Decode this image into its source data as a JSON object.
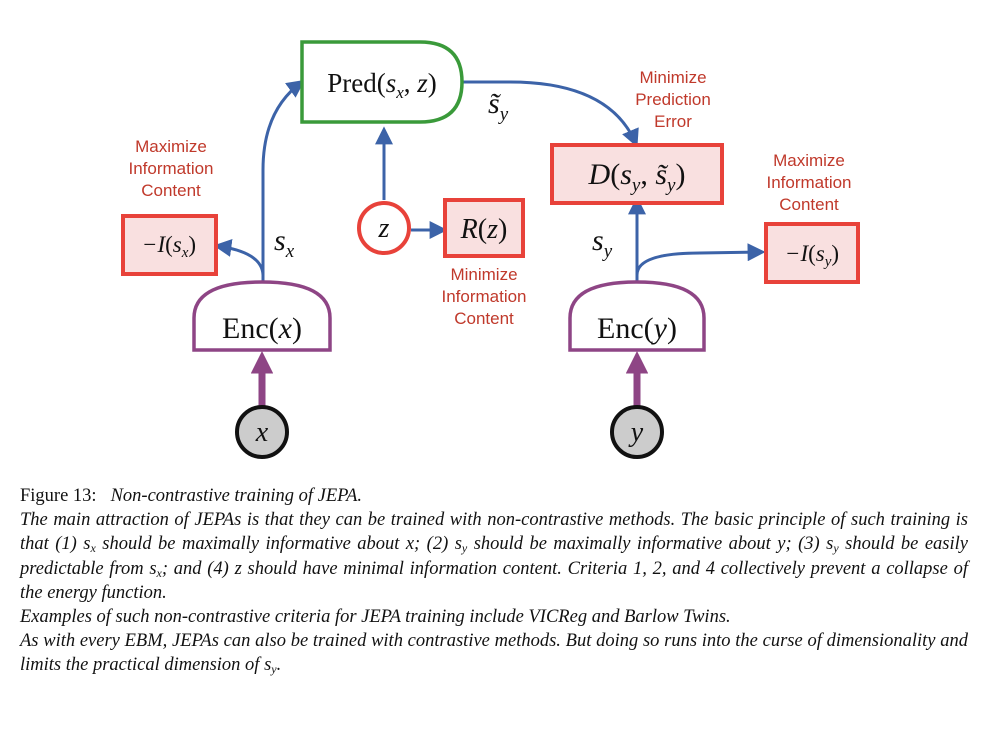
{
  "diagram": {
    "nodes": {
      "pred": {
        "func": "Pred",
        "args": [
          "s",
          "x",
          "z"
        ]
      },
      "enc_x": {
        "func": "Enc",
        "arg": "x"
      },
      "enc_y": {
        "func": "Enc",
        "arg": "y"
      },
      "input_x": "x",
      "input_y": "y",
      "latent_z": "z",
      "reg_z": {
        "func": "R",
        "arg": "z"
      },
      "dist": {
        "func": "D",
        "args": [
          "s",
          "y",
          "s̃",
          "y"
        ]
      },
      "info_x": {
        "prefix": "−I",
        "var": "s",
        "sub": "x"
      },
      "info_y": {
        "prefix": "−I",
        "var": "s",
        "sub": "y"
      }
    },
    "edge_labels": {
      "sx": {
        "var": "s",
        "sub": "x"
      },
      "sy": {
        "var": "s",
        "sub": "y"
      },
      "sy_tilde": {
        "var": "s̃",
        "sub": "y"
      }
    },
    "annotations": {
      "max_info_x": [
        "Maximize",
        "Information",
        "Content"
      ],
      "min_info_z": [
        "Minimize",
        "Information",
        "Content"
      ],
      "min_pred_err": [
        "Minimize",
        "Prediction",
        "Error"
      ],
      "max_info_y": [
        "Maximize",
        "Information",
        "Content"
      ]
    },
    "colors": {
      "predictor_border": "#3a9a3a",
      "encoder_border": "#8e4585",
      "cost_border": "#e8423a",
      "cost_fill": "#f9e0e0",
      "arrow_blue": "#3c63a8",
      "annotation_red": "#c0392b",
      "input_fill": "#cccccc"
    }
  },
  "caption": {
    "label": "Figure 13:",
    "title": "Non-contrastive training of JEPA.",
    "para1_parts": [
      "The main attraction of JEPAs is that they can be trained with non-contrastive methods. The basic principle of such training is that (1) ",
      " should be maximally informative about x; (2) ",
      " should be maximally informative about y; (3) ",
      " should be easily predictable from ",
      "; and (4) z should have minimal information content. Criteria 1, 2, and 4 collectively prevent a collapse of the energy function."
    ],
    "para2": "Examples of such non-contrastive criteria for JEPA training include VICReg and Barlow Twins.",
    "para3_parts": [
      "As with every EBM, JEPAs can also be trained with contrastive methods. But doing so runs into the curse of dimensionality and limits the practical dimension of ",
      "."
    ],
    "vars": {
      "s": "s",
      "x": "x",
      "y": "y"
    }
  }
}
